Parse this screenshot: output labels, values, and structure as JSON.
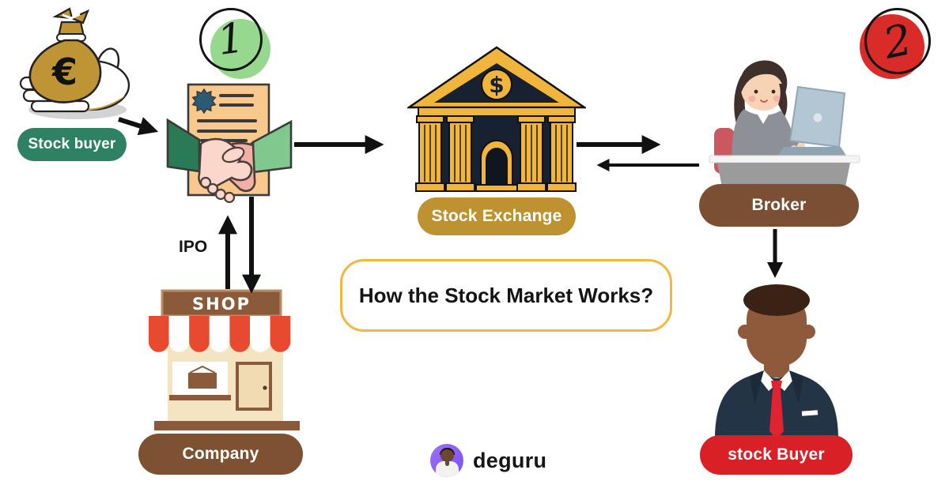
{
  "title": {
    "text": "How the Stock Market Works?",
    "border_color": "#F2B73C"
  },
  "steps": {
    "one": "1",
    "two": "2"
  },
  "step_colors": {
    "one_bg": "#97D88F",
    "two_bg": "#D92B28"
  },
  "nodes": {
    "stock_buyer": {
      "label": "Stock buyer",
      "color": "#2F8164"
    },
    "stock_exchange": {
      "label": "Stock Exchange",
      "color": "#BE9230"
    },
    "broker": {
      "label": "Broker",
      "color": "#7A4F33"
    },
    "company": {
      "label": "Company",
      "color": "#7E5133"
    },
    "stock_buyer_2": {
      "label": "stock Buyer",
      "color": "#D92027"
    }
  },
  "labels": {
    "ipo": "IPO",
    "shop_sign": "SHOP",
    "euro_symbol": "€",
    "dollar_symbol": "$"
  },
  "logo": {
    "text": "deguru"
  }
}
